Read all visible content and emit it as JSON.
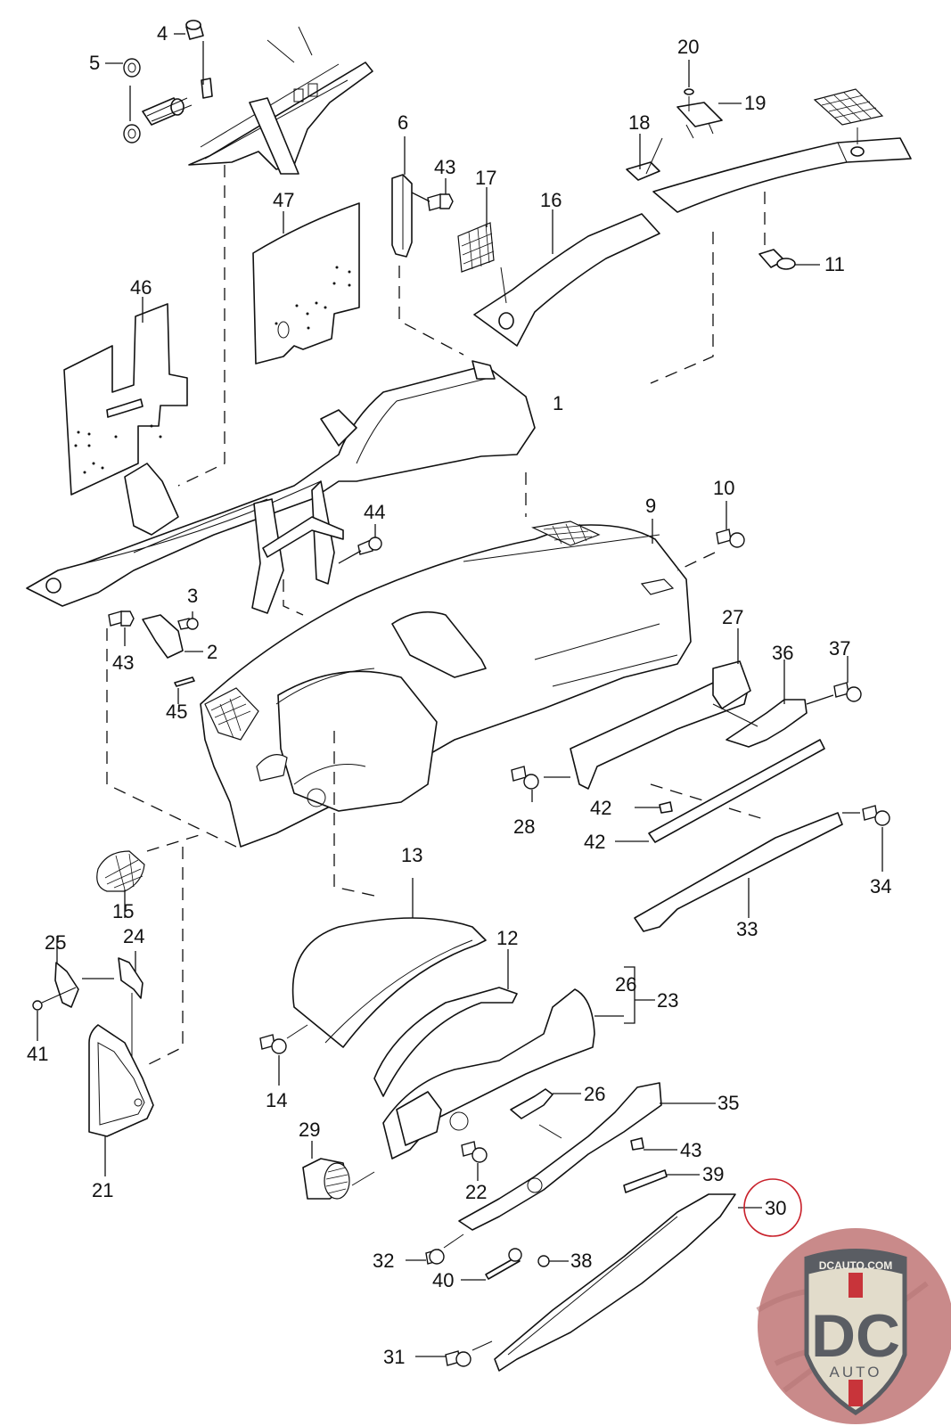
{
  "diagram": {
    "title": "Dashboard / Instrument Panel Exploded Parts Diagram",
    "labels": [
      {
        "id": "1",
        "text": "1"
      },
      {
        "id": "2",
        "text": "2"
      },
      {
        "id": "3",
        "text": "3"
      },
      {
        "id": "4",
        "text": "4"
      },
      {
        "id": "5",
        "text": "5"
      },
      {
        "id": "6",
        "text": "6"
      },
      {
        "id": "9",
        "text": "9"
      },
      {
        "id": "10",
        "text": "10"
      },
      {
        "id": "11",
        "text": "11"
      },
      {
        "id": "12",
        "text": "12"
      },
      {
        "id": "13",
        "text": "13"
      },
      {
        "id": "14",
        "text": "14"
      },
      {
        "id": "15",
        "text": "15"
      },
      {
        "id": "16",
        "text": "16"
      },
      {
        "id": "17",
        "text": "17"
      },
      {
        "id": "18",
        "text": "18"
      },
      {
        "id": "19",
        "text": "19"
      },
      {
        "id": "20",
        "text": "20"
      },
      {
        "id": "21",
        "text": "21"
      },
      {
        "id": "22",
        "text": "22"
      },
      {
        "id": "23",
        "text": "23"
      },
      {
        "id": "24",
        "text": "24"
      },
      {
        "id": "25",
        "text": "25"
      },
      {
        "id": "26a",
        "text": "26"
      },
      {
        "id": "26b",
        "text": "26"
      },
      {
        "id": "27",
        "text": "27"
      },
      {
        "id": "28",
        "text": "28"
      },
      {
        "id": "29",
        "text": "29"
      },
      {
        "id": "30",
        "text": "30"
      },
      {
        "id": "31",
        "text": "31"
      },
      {
        "id": "32",
        "text": "32"
      },
      {
        "id": "33",
        "text": "33"
      },
      {
        "id": "34",
        "text": "34"
      },
      {
        "id": "35",
        "text": "35"
      },
      {
        "id": "36",
        "text": "36"
      },
      {
        "id": "37",
        "text": "37"
      },
      {
        "id": "38",
        "text": "38"
      },
      {
        "id": "39",
        "text": "39"
      },
      {
        "id": "40",
        "text": "40"
      },
      {
        "id": "41",
        "text": "41"
      },
      {
        "id": "42a",
        "text": "42"
      },
      {
        "id": "42b",
        "text": "42"
      },
      {
        "id": "43a",
        "text": "43"
      },
      {
        "id": "43b",
        "text": "43"
      },
      {
        "id": "43c",
        "text": "43"
      },
      {
        "id": "44",
        "text": "44"
      },
      {
        "id": "45",
        "text": "45"
      },
      {
        "id": "46",
        "text": "46"
      },
      {
        "id": "47",
        "text": "47"
      }
    ],
    "highlighted_part": "30",
    "highlight_color": "#c8202a"
  },
  "logo": {
    "site": "DCAUTO.COM",
    "initials": "DC",
    "word": "AUTO",
    "colors": {
      "badge_bg": "#c98a8a",
      "shield_fill": "#e2dccb",
      "shield_border": "#5a5d63",
      "letters": "#5a5d63",
      "stripe": "#c8343a"
    }
  }
}
